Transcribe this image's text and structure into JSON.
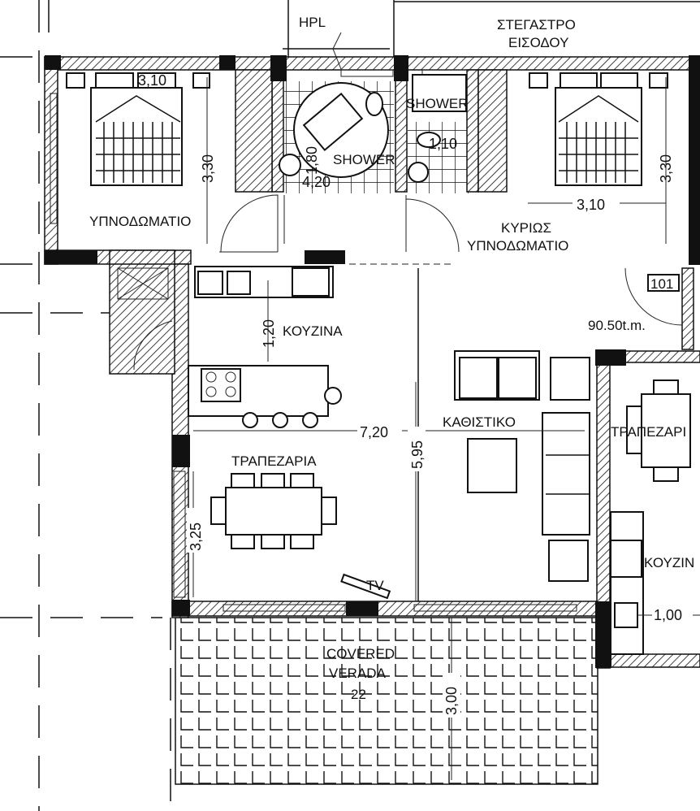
{
  "plan": {
    "rooms": {
      "bedroom_left": "ΥΠΝΟΔΩΜΑΤΙΟ",
      "master_bedroom_line1": "ΚΥΡΙΩΣ",
      "master_bedroom_line2": "ΥΠΝΟΔΩΜΑΤΙΟ",
      "entrance_canopy_line1": "ΣΤΕΓΑΣΤΡΟ",
      "entrance_canopy_line2": "ΕΙΣΟΔΟΥ",
      "kitchen": "ΚΟΥΖΙΝΑ",
      "living_room": "ΚΑΘΙΣΤΙΚΟ",
      "dining": "ΤΡΑΠΕΖΑΡΙΑ",
      "dining_right": "ΤΡΑΠΕΖΑΡΙ",
      "kitchen_right": "ΚΟΥΖΙΝ",
      "veranda_line1": "COVERED",
      "veranda_line2": "VERADA",
      "veranda_area": "22",
      "shower_1": "SHOWER",
      "shower_2": "SHOWER",
      "hpl": "HPL",
      "tv": "TV"
    },
    "unit_number": "101",
    "unit_area": "90.50t.m.",
    "dimensions": {
      "bedroom_left_w": "3,10",
      "bedroom_left_h": "3,30",
      "bath_1": "1,80",
      "bath_2": "4,20",
      "bath_3": "1,10",
      "master_h": "3,30",
      "master_w": "3,10",
      "kitchen_h": "1,20",
      "living_w": "7,20",
      "living_h": "5,95",
      "dining_h": "3,25",
      "veranda_h": "3,00",
      "right_kitchen": "1,00"
    }
  }
}
